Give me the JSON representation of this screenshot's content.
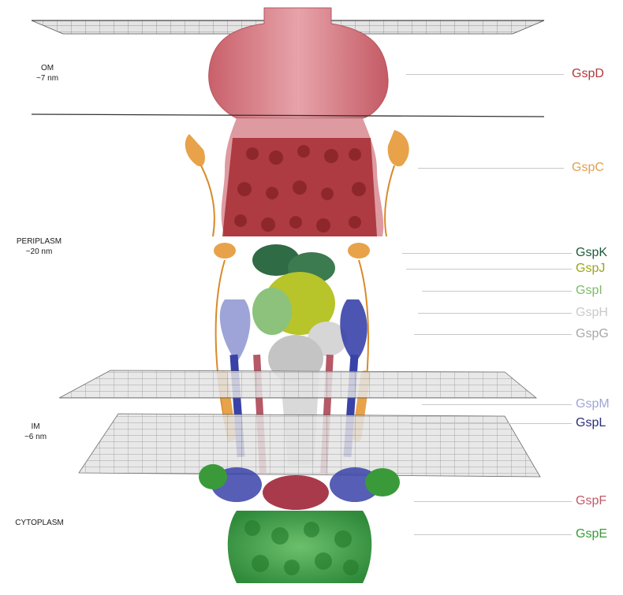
{
  "regions": {
    "om": {
      "name": "OM",
      "thickness": "~7 nm"
    },
    "periplasm": {
      "name": "PERIPLASM",
      "thickness": "~20 nm"
    },
    "im": {
      "name": "IM",
      "thickness": "~6 nm"
    },
    "cytoplasm": {
      "name": "CYTOPLASM"
    }
  },
  "proteins": [
    {
      "name": "GspD",
      "color": "#b03a3a"
    },
    {
      "name": "GspC",
      "color": "#e0a050"
    },
    {
      "name": "GspK",
      "color": "#1f5a3a"
    },
    {
      "name": "GspJ",
      "color": "#9aa51a"
    },
    {
      "name": "GspI",
      "color": "#7dbb6a"
    },
    {
      "name": "GspH",
      "color": "#c9c9c9"
    },
    {
      "name": "GspG",
      "color": "#a8a8a8"
    },
    {
      "name": "GspM",
      "color": "#9fa6d6"
    },
    {
      "name": "GspL",
      "color": "#2b2f7a"
    },
    {
      "name": "GspF",
      "color": "#c05a6a"
    },
    {
      "name": "GspE",
      "color": "#3a9a3a"
    }
  ]
}
